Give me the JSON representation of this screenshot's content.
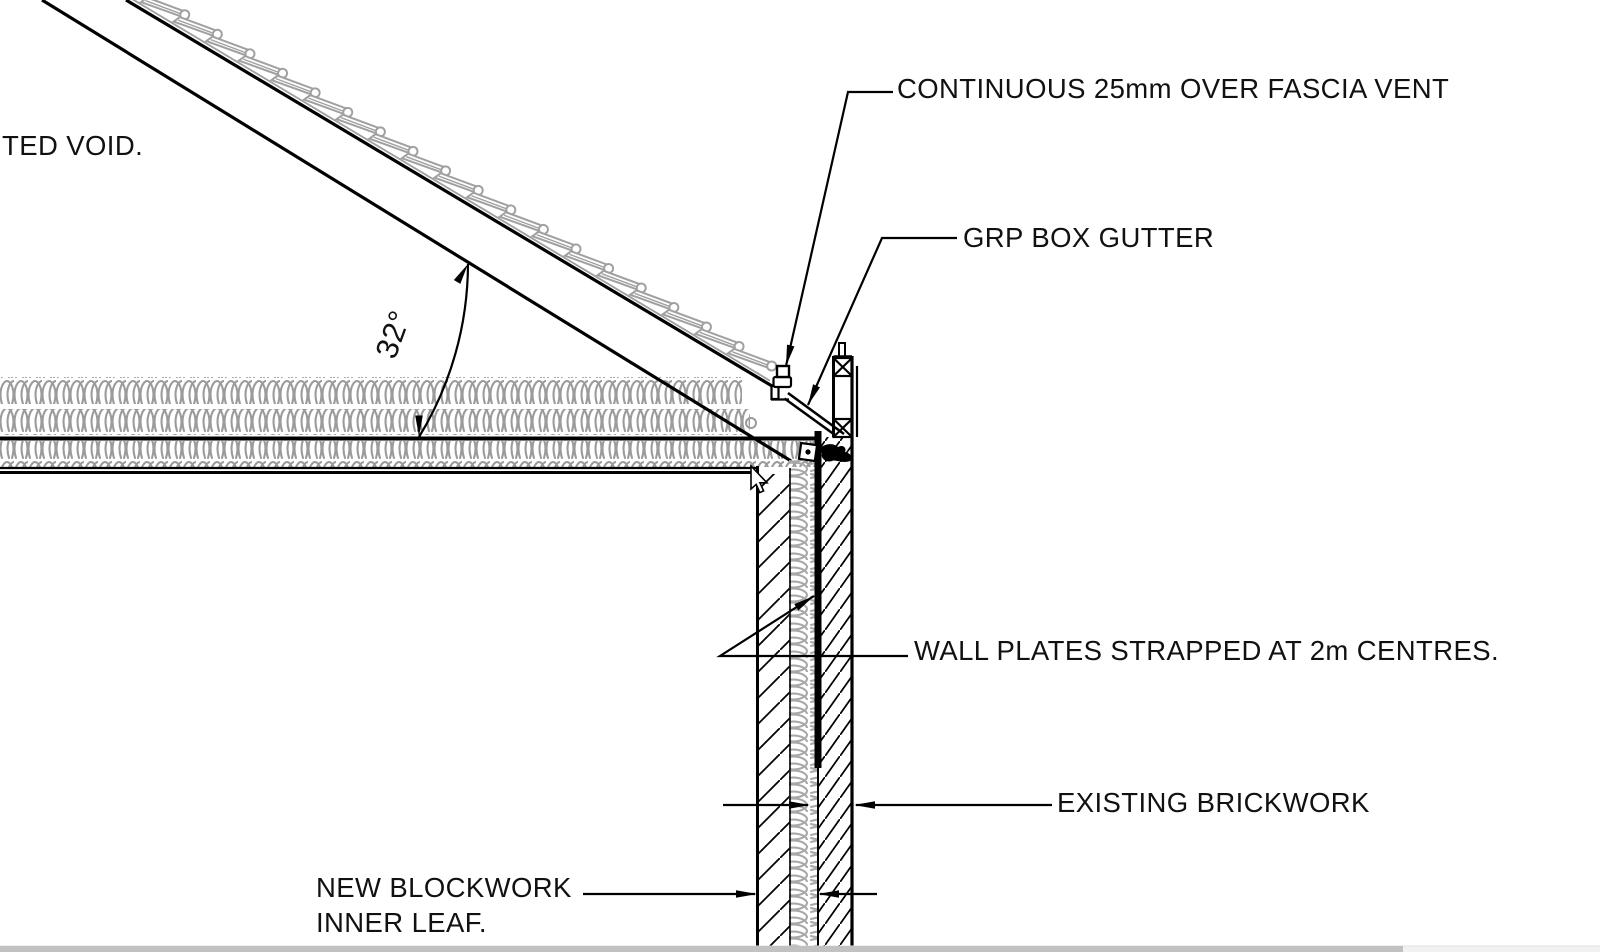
{
  "drawing": {
    "type": "architectural-eaves-detail",
    "labels": {
      "ventilated_void": "TED VOID.",
      "fascia_vent": "CONTINUOUS 25mm OVER FASCIA VENT",
      "box_gutter": "GRP BOX GUTTER",
      "wall_plates": "WALL PLATES STRAPPED AT 2m CENTRES.",
      "existing_brickwork": "EXISTING BRICKWORK",
      "new_blockwork_line1": "NEW BLOCKWORK",
      "new_blockwork_line2": "INNER LEAF.",
      "roof_pitch": "32°"
    },
    "colors": {
      "line": "#000000",
      "tile_gray": "#a0a0a0",
      "insulation_gray": "#9b9b9b",
      "scrollbar_thumb": "#c1c1c1",
      "scrollbar_track": "#f2f2f2"
    }
  }
}
